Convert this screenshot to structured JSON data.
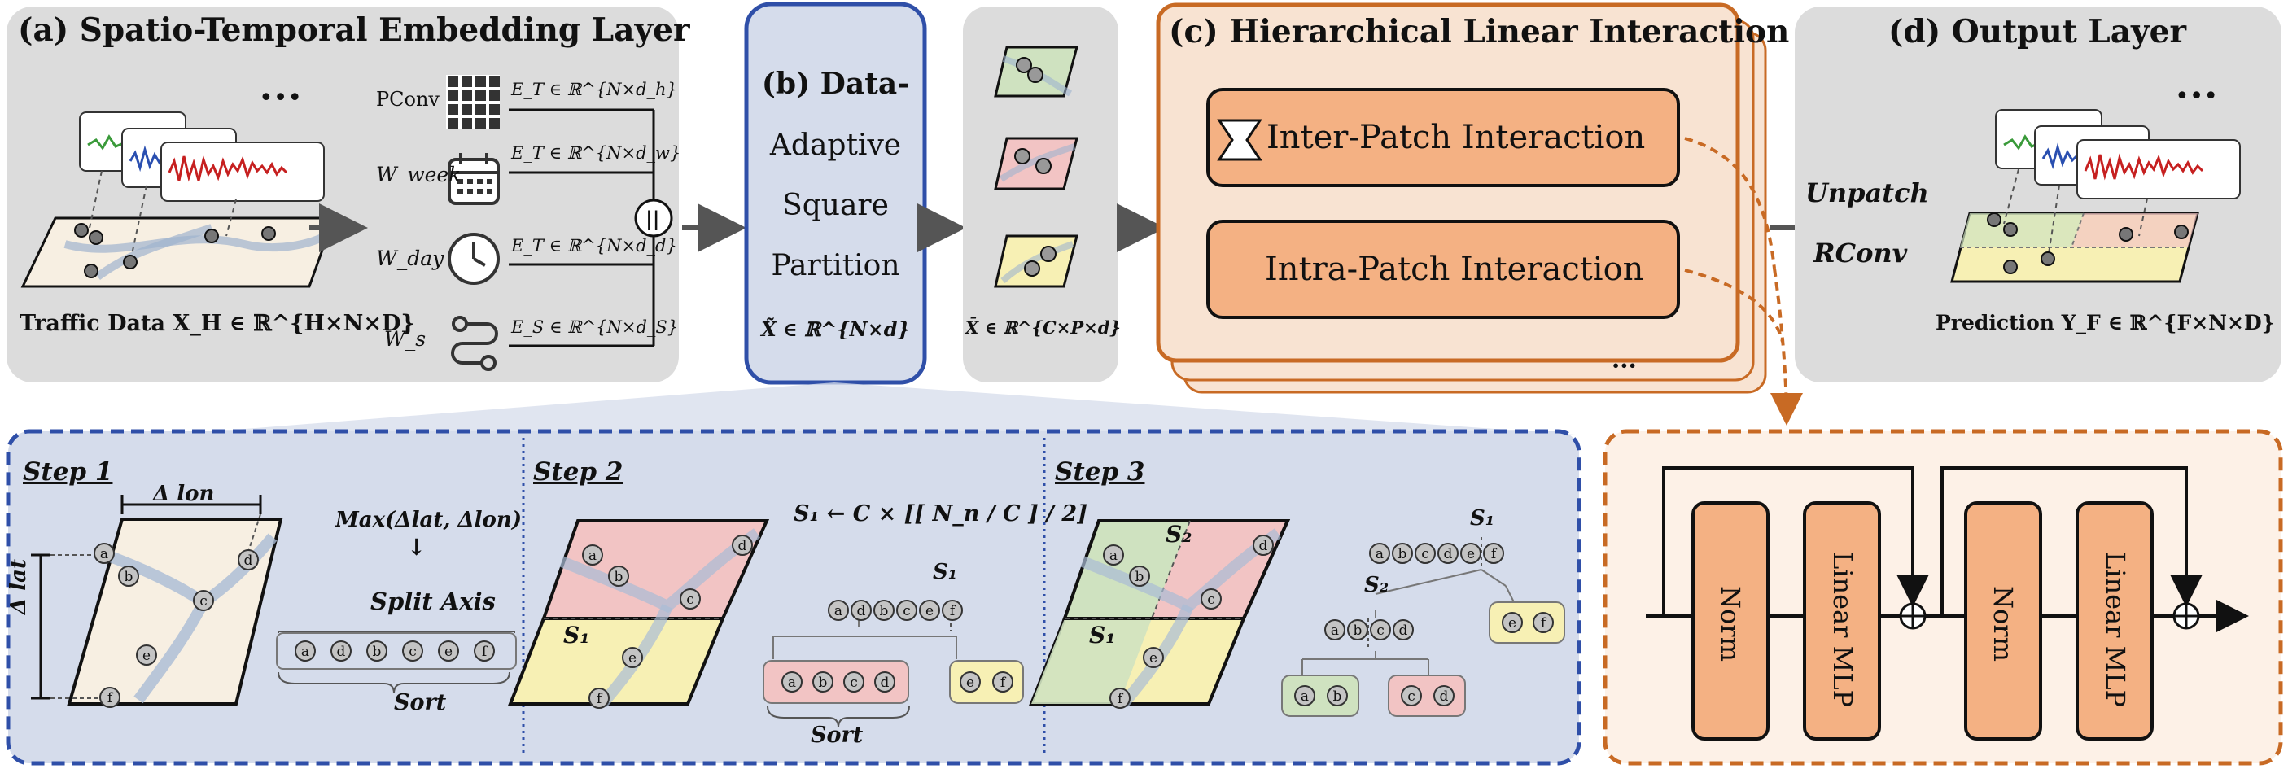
{
  "panel_a": {
    "title": "(a) Spatio-Temporal Embedding Layer",
    "caption": "Traffic Data X_H ∈ ℝ^{H×N×D}",
    "rows": [
      {
        "name": "PConv",
        "emb": "E_T ∈ ℝ^{N×d_h}"
      },
      {
        "name": "W_week",
        "emb": "E_T ∈ ℝ^{N×d_w}"
      },
      {
        "name": "W_day",
        "emb": "E_T ∈ ℝ^{N×d_d}"
      },
      {
        "name": "W_s",
        "emb": "E_S ∈ ℝ^{N×d_S}"
      }
    ],
    "concat_symbol": "||"
  },
  "panel_b": {
    "title_line1": "(b) Data-",
    "title_line2": "Adaptive",
    "title_line3": "Square",
    "title_line4": "Partition",
    "formula": "X̃ ∈ ℝ^{N×d}"
  },
  "patches": {
    "formula": "X̄ ∈ ℝ^{C×P×d}"
  },
  "panel_c": {
    "title": "(c) Hierarchical Linear Interaction",
    "inter_label": "Inter-Patch Interaction",
    "intra_label": "Intra-Patch Interaction",
    "more": "•••"
  },
  "panel_d": {
    "title": "(d) Output Layer",
    "caption": "Prediction Y_F ∈ ℝ^{F×N×D}"
  },
  "between_cd": {
    "top": "Unpatch",
    "bottom": "RConv"
  },
  "steps": {
    "step1": {
      "label": "Step 1",
      "dlon": "Δ lon",
      "dlat": "Δ lat",
      "max_expr": "Max(Δlat, Δlon)",
      "arrow": "↓",
      "split_axis": "Split Axis",
      "sorted": [
        "a",
        "d",
        "b",
        "c",
        "e",
        "f"
      ],
      "sort_label": "Sort"
    },
    "step2": {
      "label": "Step 2",
      "formula": "S₁ ← C × [[ N_n / C ] / 2]",
      "s1": "S₁",
      "top_row": [
        "a",
        "d",
        "b",
        "c",
        "e",
        "f"
      ],
      "left_group": [
        "a",
        "b",
        "c",
        "d"
      ],
      "right_group": [
        "e",
        "f"
      ],
      "sort_label": "Sort"
    },
    "step3": {
      "label": "Step 3",
      "s1": "S₁",
      "s2": "S₂",
      "top_row": [
        "a",
        "b",
        "c",
        "d",
        "e",
        "f"
      ],
      "mid_row": [
        "a",
        "b",
        "c",
        "d"
      ],
      "right_group": [
        "e",
        "f"
      ],
      "leaf_left": [
        "a",
        "b"
      ],
      "leaf_right": [
        "c",
        "d"
      ]
    }
  },
  "mlp_block": {
    "norm1": "Norm",
    "mlp1": "Linear MLP",
    "norm2": "Norm",
    "mlp2": "Linear MLP"
  },
  "colors": {
    "panel_gray": "#dcdcdc",
    "blue_border": "#2f4fa8",
    "blue_fill": "#d5dceb",
    "orange_border": "#c86a24",
    "orange_fill": "#f8e3d2",
    "box_fill": "#f4b183",
    "red_region": "#f2c4c4",
    "yellow_region": "#f7f0b4",
    "green_region": "#cfe2c0"
  }
}
